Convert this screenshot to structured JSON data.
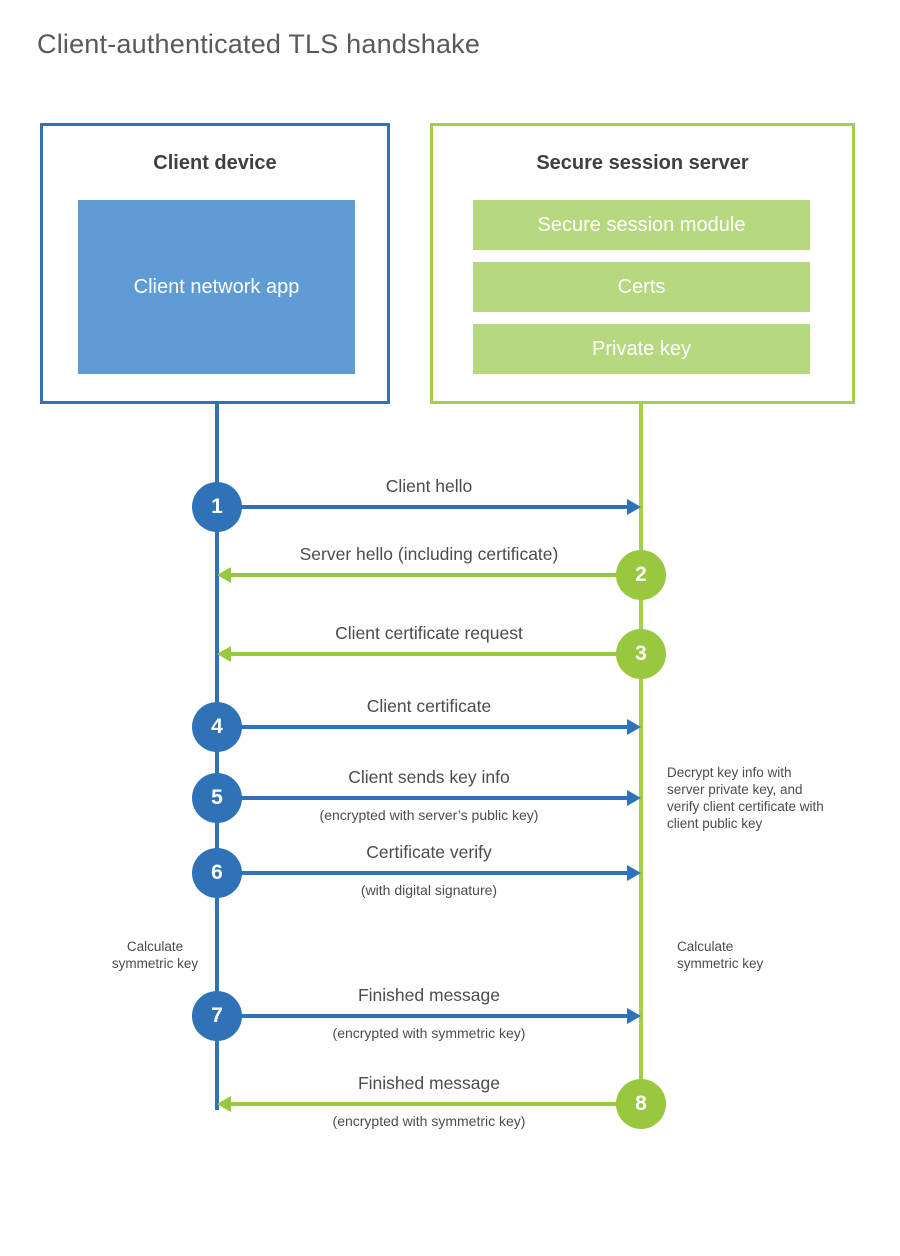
{
  "title": "Client-authenticated TLS handshake",
  "client": {
    "title": "Client device",
    "app_label": "Client network app"
  },
  "server": {
    "title": "Secure session server",
    "modules": [
      "Secure session module",
      "Certs",
      "Private key"
    ]
  },
  "steps": [
    {
      "num": "1",
      "from": "client",
      "direction": "right",
      "label": "Client hello"
    },
    {
      "num": "2",
      "from": "server",
      "direction": "left",
      "label": "Server hello (including certificate)"
    },
    {
      "num": "3",
      "from": "server",
      "direction": "left",
      "label": "Client certificate request"
    },
    {
      "num": "4",
      "from": "client",
      "direction": "right",
      "label": "Client certificate"
    },
    {
      "num": "5",
      "from": "client",
      "direction": "right",
      "label": "Client sends key info",
      "sublabel": "(encrypted with server’s public key)"
    },
    {
      "num": "6",
      "from": "client",
      "direction": "right",
      "label": "Certificate verify",
      "sublabel": "(with digital signature)"
    },
    {
      "num": "7",
      "from": "client",
      "direction": "right",
      "label": "Finished message",
      "sublabel": "(encrypted with symmetric key)"
    },
    {
      "num": "8",
      "from": "server",
      "direction": "left",
      "label": "Finished message",
      "sublabel": "(encrypted with symmetric key)"
    }
  ],
  "annotations": {
    "decrypt_note": "Decrypt key info with server private key, and verify client certificate with client public key",
    "calculate_left": "Calculate symmetric key",
    "calculate_right": "Calculate symmetric key"
  },
  "colors": {
    "client_accent": "#2f72b7",
    "client_fill": "#5f9cd5",
    "server_accent": "#a3cf4a",
    "server_circle": "#98c83e",
    "server_fill": "#b6d87e"
  }
}
